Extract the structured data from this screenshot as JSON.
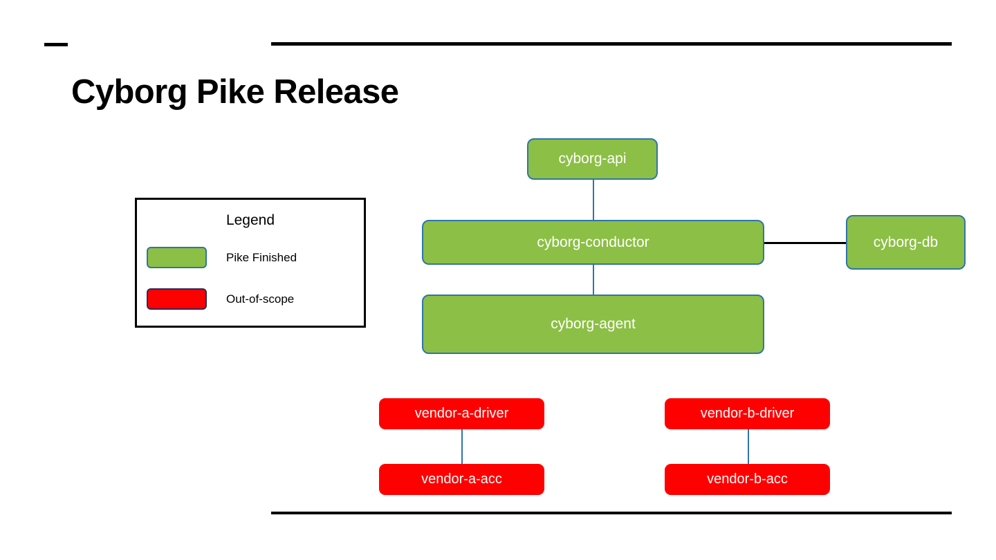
{
  "slide": {
    "title": "Cyborg Pike Release",
    "background": "#ffffff"
  },
  "colors": {
    "pike_finished_fill": "#8CBF45",
    "pike_finished_border": "#2E75A8",
    "out_of_scope_fill": "#FF0000",
    "out_of_scope_border": "#2B2B5E",
    "rule": "#000000",
    "node_text": "#ffffff",
    "connector_teal": "#2E75A8",
    "connector_black": "#000000"
  },
  "legend": {
    "title": "Legend",
    "items": [
      {
        "label": "Pike Finished",
        "swatch": "green"
      },
      {
        "label": "Out-of-scope",
        "swatch": "red"
      }
    ]
  },
  "diagram": {
    "nodes": [
      {
        "id": "cyborg-api",
        "label": "cyborg-api",
        "status": "Pike Finished"
      },
      {
        "id": "cyborg-conductor",
        "label": "cyborg-conductor",
        "status": "Pike Finished"
      },
      {
        "id": "cyborg-db",
        "label": "cyborg-db",
        "status": "Pike Finished"
      },
      {
        "id": "cyborg-agent",
        "label": "cyborg-agent",
        "status": "Pike Finished"
      },
      {
        "id": "vendor-a-driver",
        "label": "vendor-a-driver",
        "status": "Out-of-scope"
      },
      {
        "id": "vendor-a-acc",
        "label": "vendor-a-acc",
        "status": "Out-of-scope"
      },
      {
        "id": "vendor-b-driver",
        "label": "vendor-b-driver",
        "status": "Out-of-scope"
      },
      {
        "id": "vendor-b-acc",
        "label": "vendor-b-acc",
        "status": "Out-of-scope"
      }
    ],
    "edges": [
      {
        "from": "cyborg-api",
        "to": "cyborg-conductor",
        "style": "teal-vertical"
      },
      {
        "from": "cyborg-conductor",
        "to": "cyborg-agent",
        "style": "teal-vertical"
      },
      {
        "from": "cyborg-conductor",
        "to": "cyborg-db",
        "style": "black-horizontal"
      },
      {
        "from": "vendor-a-driver",
        "to": "vendor-a-acc",
        "style": "teal-vertical"
      },
      {
        "from": "vendor-b-driver",
        "to": "vendor-b-acc",
        "style": "teal-vertical"
      }
    ]
  }
}
